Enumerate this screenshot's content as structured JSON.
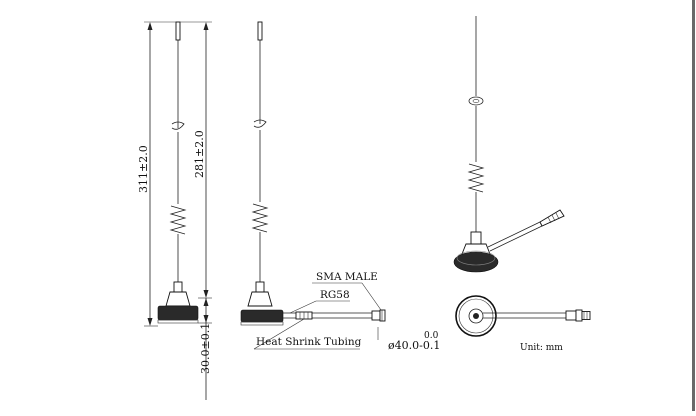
{
  "dimensions": {
    "total_height": "311±2.0",
    "whip_height": "281±2.0",
    "base_height": "30.0±0.1",
    "base_diameter": "ø40.0-0.1",
    "base_diameter_upper_tol": "0.0"
  },
  "callouts": {
    "connector": "SMA MALE",
    "cable": "RG58",
    "sleeve": "Heat Shrink Tubing"
  },
  "unit_note": "Unit: mm"
}
